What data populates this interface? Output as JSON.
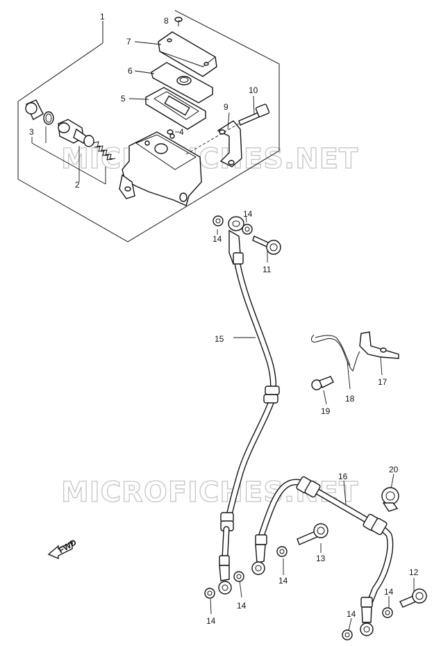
{
  "watermark": "MICROFICHES.NET",
  "fwd_label": "FWD",
  "callouts": [
    "1",
    "2",
    "3",
    "4",
    "5",
    "6",
    "7",
    "8",
    "9",
    "10",
    "11",
    "12",
    "13",
    "14",
    "15",
    "16",
    "17",
    "18",
    "19",
    "20"
  ]
}
